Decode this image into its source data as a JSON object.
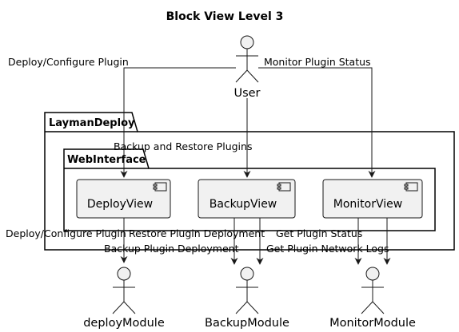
{
  "title": "Block View Level 3",
  "actors": {
    "user": "User",
    "deploy_module": "deployModule",
    "backup_module": "BackupModule",
    "monitor_module": "MonitorModule"
  },
  "packages": {
    "outer": "LaymanDeploy",
    "inner": "WebInterface"
  },
  "components": {
    "deploy_view": "DeployView",
    "backup_view": "BackupView",
    "monitor_view": "MonitorView"
  },
  "edges": {
    "user_deploy": "Deploy/Configure Plugin",
    "user_monitor": "Monitor Plugin Status",
    "user_backup": "Backup and Restore Plugins",
    "deploy_deploy": "Deploy/Configure Plugin",
    "deploy_backup_restore": "Restore Plugin Deployment",
    "deploy_backup_backup": "Backup Plugin Deployment",
    "monitor_status": "Get Plugin Status",
    "monitor_logs": "Get Plugin Network Logs"
  },
  "colors": {
    "component_fill": "#F1F1F1",
    "actor_fill": "#F1F1F1",
    "line": "#181818"
  }
}
